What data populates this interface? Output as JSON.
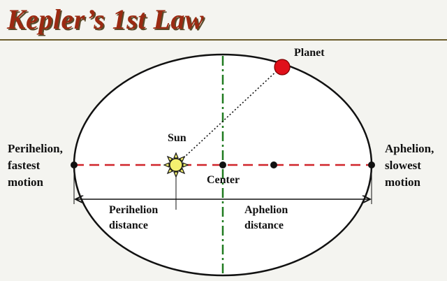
{
  "title": "Kepler’s 1st Law",
  "labels": {
    "planet": "Planet",
    "sun": "Sun",
    "center": "Center",
    "perihelion": [
      "Perihelion,",
      "fastest",
      "motion"
    ],
    "aphelion": [
      "Aphelion,",
      "slowest",
      "motion"
    ],
    "perihelion_distance": [
      "Perihelion",
      "distance"
    ],
    "aphelion_distance": [
      "Aphelion",
      "distance"
    ]
  },
  "colors": {
    "title": "#9b2a12",
    "major_axis": "#d0242a",
    "minor_axis": "#1f7a1f",
    "planet": "#e0101a",
    "sun": "#f4f070",
    "ellipse": "#111111"
  },
  "icons": {
    "sun": "sun-icon",
    "planet": "planet-icon"
  }
}
